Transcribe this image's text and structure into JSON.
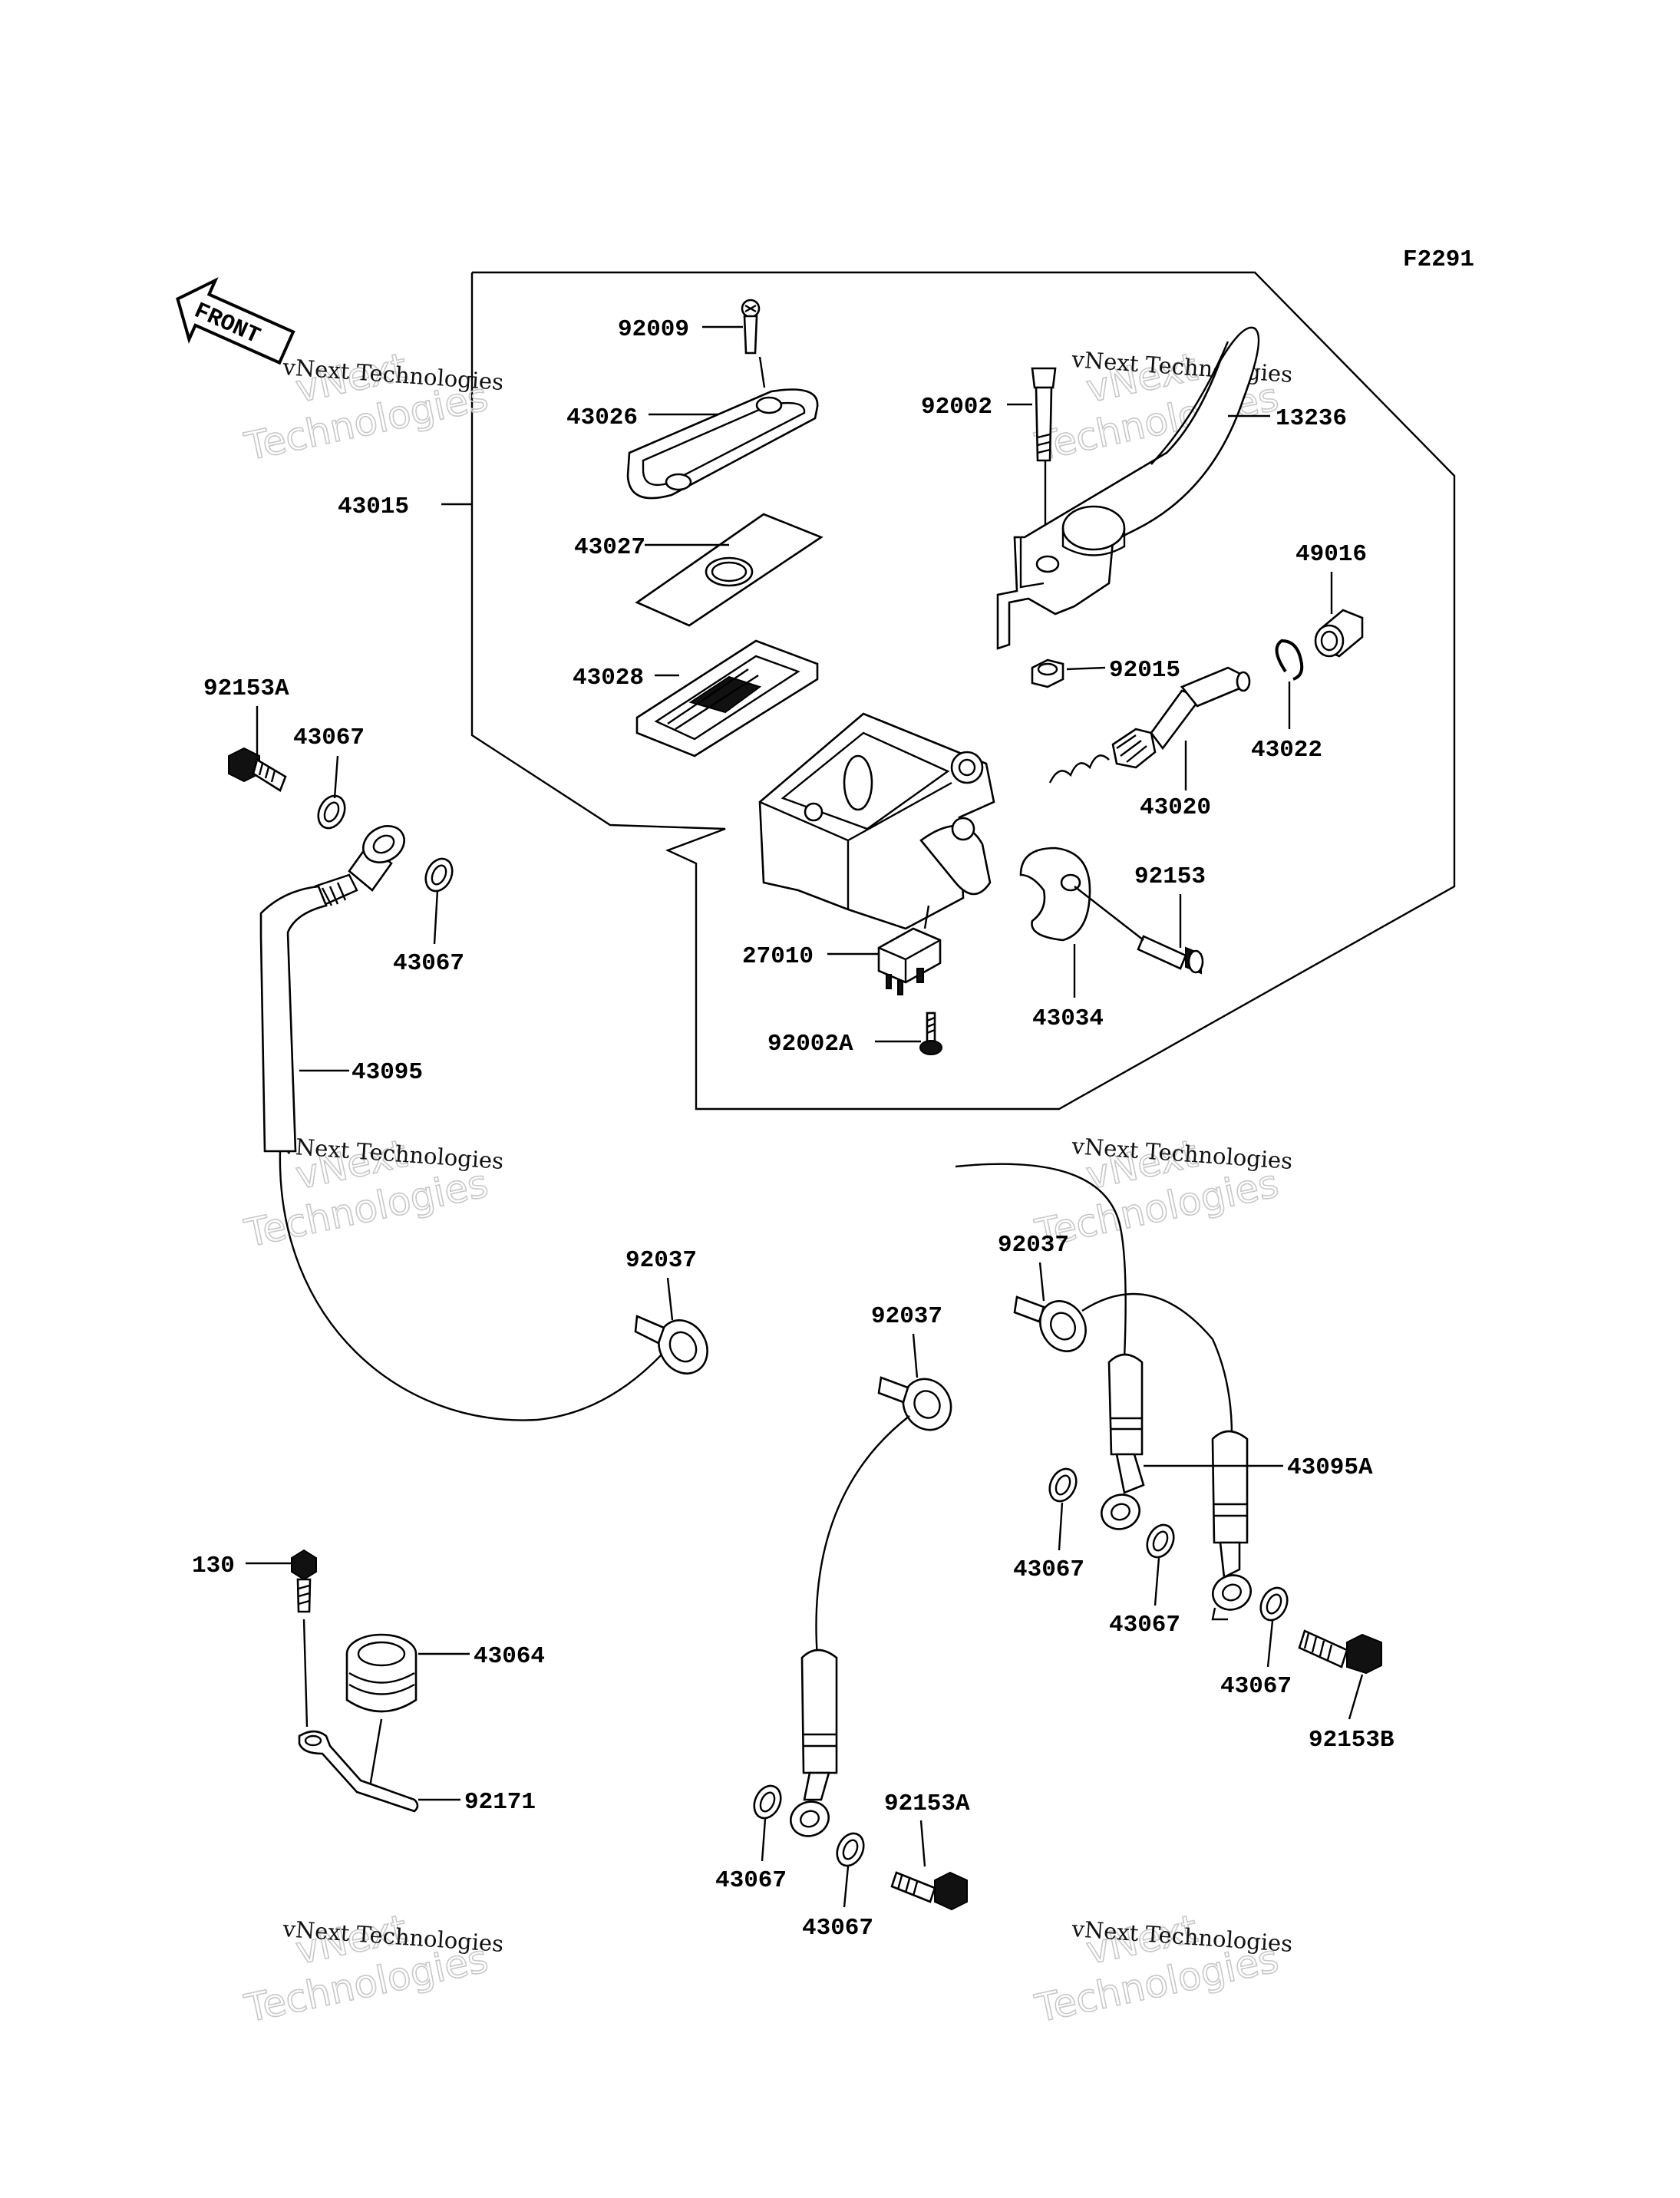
{
  "figure_code": "F2291",
  "front_label": "FRONT",
  "watermark": {
    "line1": "vNext",
    "line2": "Technologies",
    "caption": "vNext Technologies"
  },
  "callouts": [
    {
      "id": "92009",
      "text": "92009"
    },
    {
      "id": "43026",
      "text": "43026"
    },
    {
      "id": "43015",
      "text": "43015"
    },
    {
      "id": "43027",
      "text": "43027"
    },
    {
      "id": "43028",
      "text": "43028"
    },
    {
      "id": "92002",
      "text": "92002"
    },
    {
      "id": "13236",
      "text": "13236"
    },
    {
      "id": "49016",
      "text": "49016"
    },
    {
      "id": "92015",
      "text": "92015"
    },
    {
      "id": "43022",
      "text": "43022"
    },
    {
      "id": "43020",
      "text": "43020"
    },
    {
      "id": "92153",
      "text": "92153"
    },
    {
      "id": "27010",
      "text": "27010"
    },
    {
      "id": "43034",
      "text": "43034"
    },
    {
      "id": "92002A",
      "text": "92002A"
    },
    {
      "id": "92153A-top",
      "text": "92153A"
    },
    {
      "id": "43067-a",
      "text": "43067"
    },
    {
      "id": "43067-b",
      "text": "43067"
    },
    {
      "id": "43095",
      "text": "43095"
    },
    {
      "id": "92037-a",
      "text": "92037"
    },
    {
      "id": "92037-b",
      "text": "92037"
    },
    {
      "id": "92037-c",
      "text": "92037"
    },
    {
      "id": "43095A",
      "text": "43095A"
    },
    {
      "id": "43067-c",
      "text": "43067"
    },
    {
      "id": "43067-d",
      "text": "43067"
    },
    {
      "id": "43067-e",
      "text": "43067"
    },
    {
      "id": "92153B",
      "text": "92153B"
    },
    {
      "id": "130",
      "text": "130"
    },
    {
      "id": "43064",
      "text": "43064"
    },
    {
      "id": "92171",
      "text": "92171"
    },
    {
      "id": "92153A-bottom",
      "text": "92153A"
    },
    {
      "id": "43067-f",
      "text": "43067"
    },
    {
      "id": "43067-g",
      "text": "43067"
    }
  ]
}
